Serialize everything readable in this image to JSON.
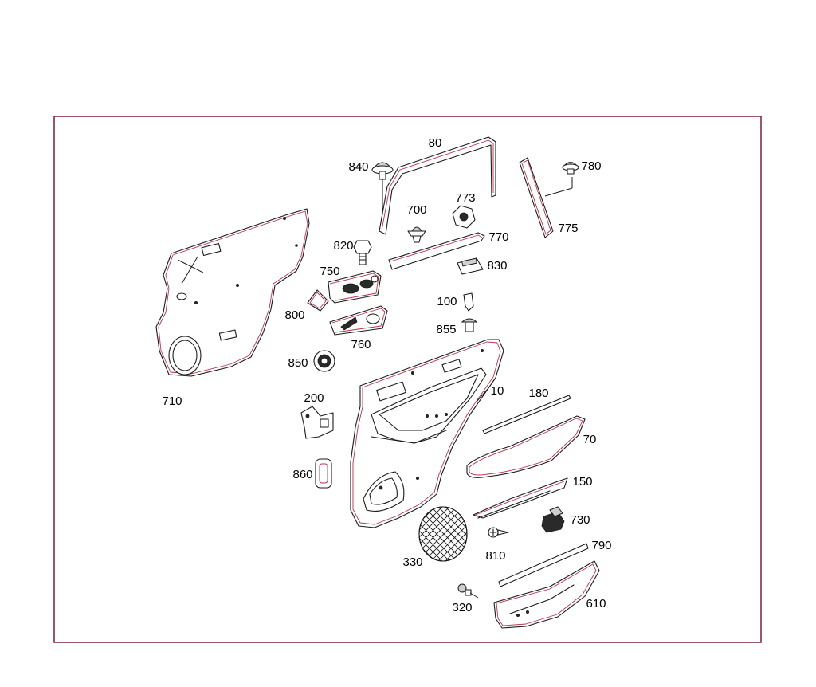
{
  "diagram": {
    "labels": {
      "p10": "10",
      "p70": "70",
      "p80": "80",
      "p100": "100",
      "p150": "150",
      "p180": "180",
      "p200": "200",
      "p320": "320",
      "p330": "330",
      "p610": "610",
      "p700": "700",
      "p710": "710",
      "p730": "730",
      "p750": "750",
      "p760": "760",
      "p770": "770",
      "p773": "773",
      "p775": "775",
      "p780": "780",
      "p790": "790",
      "p800": "800",
      "p810": "810",
      "p820": "820",
      "p830": "830",
      "p840": "840",
      "p850": "850",
      "p855": "855",
      "p860": "860"
    },
    "colors": {
      "frame": "#7a1f35",
      "outline": "#1a1a1a",
      "accent": "#b8324a"
    }
  }
}
